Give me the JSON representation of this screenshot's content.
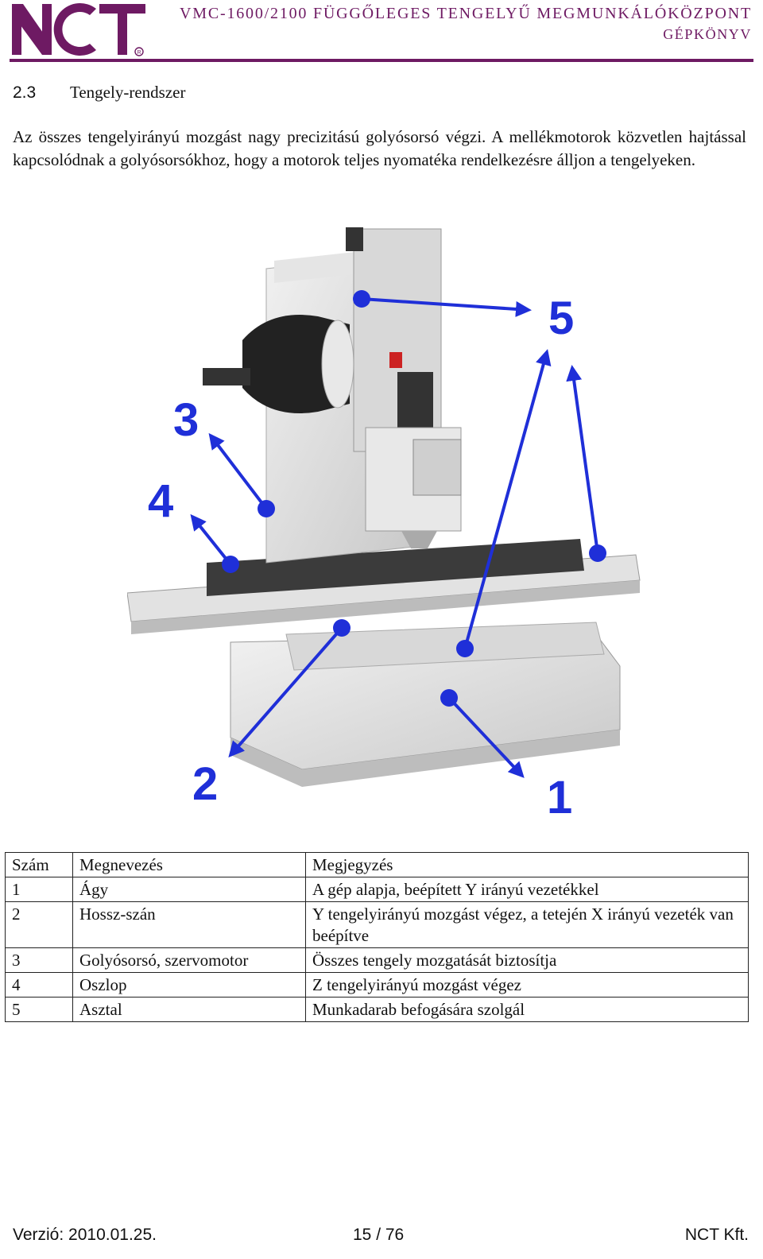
{
  "header": {
    "logo_text": "NCT",
    "title_line1": "VMC-1600/2100 FÜGGŐLEGES TENGELYŰ MEGMUNKÁLÓKÖZPONT",
    "title_line2": "GÉPKÖNYV",
    "accent_color": "#6e1a63"
  },
  "section": {
    "number": "2.3",
    "title": "Tengely-rendszer"
  },
  "paragraph": "Az összes tengelyirányú mozgást nagy precizitású golyósorsó végzi. A mellékmotorok közvetlen hajtással kapcsolódnak a golyósorsókhoz, hogy a motorok teljes nyomatéka rendelkezésre álljon a tengelyeken.",
  "figure": {
    "callouts": [
      "1",
      "2",
      "3",
      "4",
      "5"
    ],
    "arrow_color": "#1f2fd8"
  },
  "table": {
    "headers": [
      "Szám",
      "Megnevezés",
      "Megjegyzés"
    ],
    "rows": [
      [
        "1",
        "Ágy",
        "A gép alapja, beépített Y irányú vezetékkel"
      ],
      [
        "2",
        "Hossz-szán",
        "Y tengelyirányú mozgást végez, a tetején X irányú vezeték van beépítve"
      ],
      [
        "3",
        "Golyósorsó, szervomotor",
        "Összes tengely mozgatását biztosítja"
      ],
      [
        "4",
        "Oszlop",
        "Z tengelyirányú mozgást végez"
      ],
      [
        "5",
        "Asztal",
        "Munkadarab befogására szolgál"
      ]
    ]
  },
  "footer": {
    "version": "Verzió: 2010.01.25.",
    "page": "15 / 76",
    "company": "NCT Kft."
  }
}
